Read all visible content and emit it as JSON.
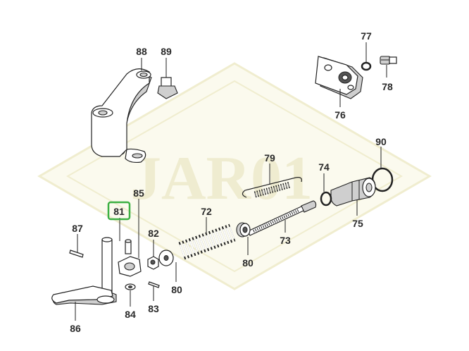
{
  "watermark": "JAR01",
  "highlight_color": "#3cb043",
  "highlighted_part": "81",
  "parts": [
    {
      "id": "88",
      "label": "88"
    },
    {
      "id": "89",
      "label": "89"
    },
    {
      "id": "77",
      "label": "77"
    },
    {
      "id": "78",
      "label": "78"
    },
    {
      "id": "76",
      "label": "76"
    },
    {
      "id": "90",
      "label": "90"
    },
    {
      "id": "79",
      "label": "79"
    },
    {
      "id": "74",
      "label": "74"
    },
    {
      "id": "75",
      "label": "75"
    },
    {
      "id": "85",
      "label": "85"
    },
    {
      "id": "81",
      "label": "81"
    },
    {
      "id": "87",
      "label": "87"
    },
    {
      "id": "82",
      "label": "82"
    },
    {
      "id": "72",
      "label": "72"
    },
    {
      "id": "73",
      "label": "73"
    },
    {
      "id": "80a",
      "label": "80"
    },
    {
      "id": "80b",
      "label": "80"
    },
    {
      "id": "84",
      "label": "84"
    },
    {
      "id": "83",
      "label": "83"
    },
    {
      "id": "86",
      "label": "86"
    }
  ]
}
